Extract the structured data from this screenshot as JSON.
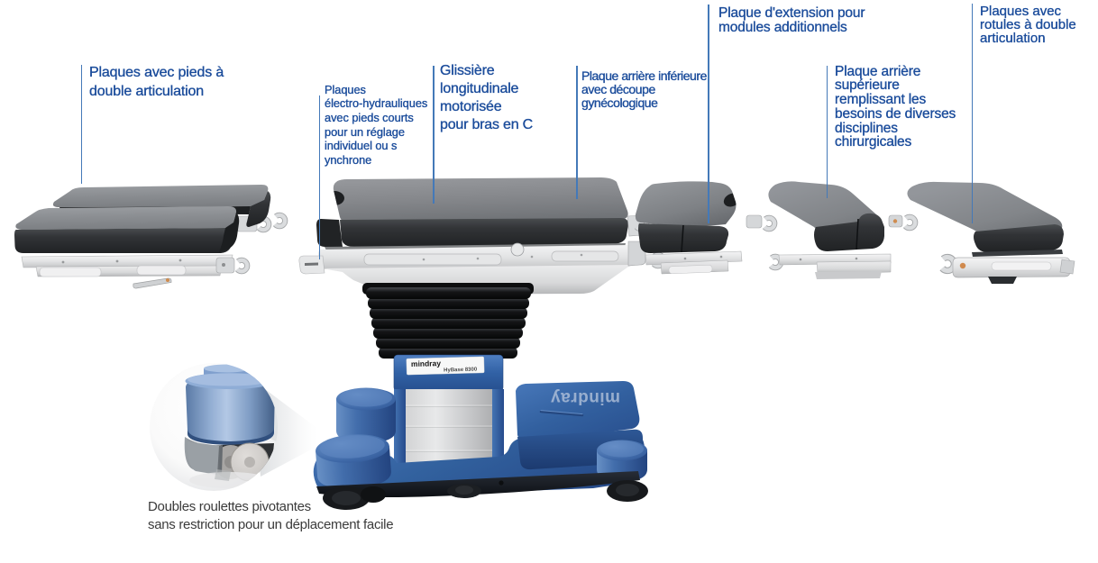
{
  "palette": {
    "label_blue": "#1b4c9b",
    "leader_blue": "#4479b8",
    "caption_gray": "#3b3b3b",
    "page_bg": "#ffffff",
    "base_blue": "#3a6ab2",
    "pad_dark": "#232527",
    "pad_top_gray": "#7a7d81",
    "silver": "#e8e9ea"
  },
  "device": {
    "brand": "mindray",
    "model": "HyBase 8300",
    "base_logo": "mindray"
  },
  "callouts": [
    {
      "id": "feet-plates",
      "text": "Plaques avec pieds à\ndouble articulation"
    },
    {
      "id": "electro-plates",
      "text": "Plaques\nélectro-hydrauliques\navec pieds courts\npour un réglage\nindividuel ou s\nynchrone"
    },
    {
      "id": "slide",
      "text": "Glissière\nlongitudinale\nmotorisée\npour bras en C"
    },
    {
      "id": "lower-back-plate",
      "text": "Plaque arrière inférieure\navec découpe\ngynécologique"
    },
    {
      "id": "extension-plate",
      "text": "Plaque d'extension pour\nmodules additionnels"
    },
    {
      "id": "upper-back-plate",
      "text": "Plaque arrière\nsupérieure\nremplissant les\nbesoins de diverses\ndisciplines\nchirurgicales"
    },
    {
      "id": "ball-joint-plates",
      "text": "Plaques avec\nrotules à double\narticulation"
    }
  ],
  "caption": {
    "text": "Doubles roulettes pivotantes\nsans restriction pour un déplacement facile"
  }
}
